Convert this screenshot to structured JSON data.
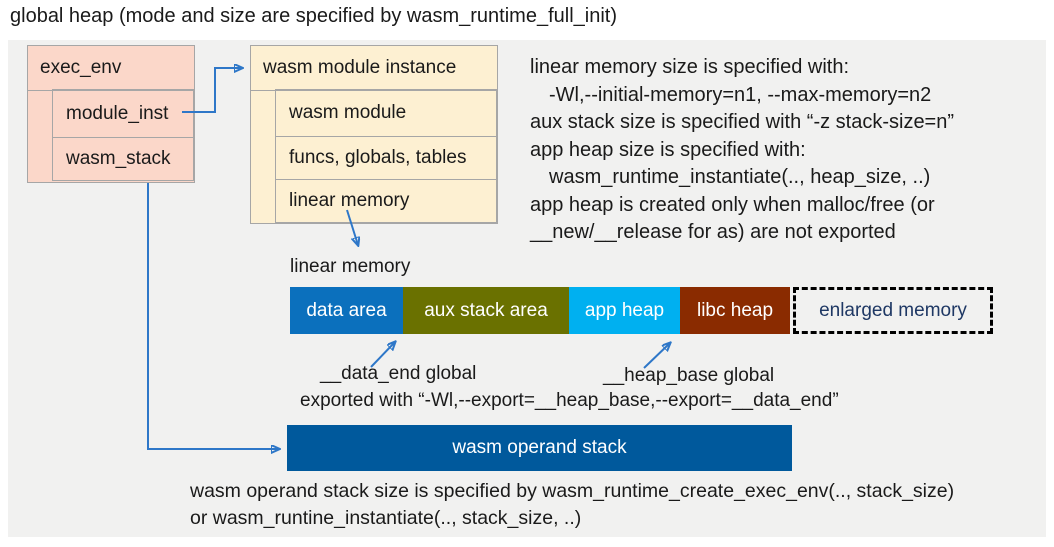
{
  "title": "global heap (mode and size are specified by wasm_runtime_full_init)",
  "exec_env": {
    "header": "exec_env",
    "rows": [
      "module_inst",
      "wasm_stack"
    ]
  },
  "module_instance": {
    "header": "wasm module instance",
    "rows": [
      "wasm module",
      "funcs, globals, tables",
      "linear memory"
    ]
  },
  "notes": {
    "lines": [
      {
        "text": "linear memory size is specified with:",
        "indent": false
      },
      {
        "text": "-Wl,--initial-memory=n1, --max-memory=n2",
        "indent": true
      },
      {
        "text": "aux stack size is specified with “-z stack-size=n”",
        "indent": false
      },
      {
        "text": "app heap size is specified with:",
        "indent": false
      },
      {
        "text": "wasm_runtime_instantiate(.., heap_size, ..)",
        "indent": true
      },
      {
        "text": "app heap is created only when malloc/free (or",
        "indent": false
      },
      {
        "text": "__new/__release for as) are not exported",
        "indent": false
      }
    ]
  },
  "linear_memory": {
    "label": "linear memory",
    "segments": [
      {
        "label": "data area",
        "color": "#0b70bd"
      },
      {
        "label": "aux stack area",
        "color": "#6a7100"
      },
      {
        "label": "app heap",
        "color": "#00b0f0"
      },
      {
        "label": "libc heap",
        "color": "#8a2b00"
      }
    ],
    "enlarged_label": "enlarged memory"
  },
  "annotations": {
    "data_end": "__data_end global",
    "heap_base": "__heap_base global",
    "exported": "exported with “-Wl,--export=__heap_base,--export=__data_end”"
  },
  "operand_stack": {
    "label": "wasm operand stack",
    "notes": [
      "wasm operand stack size is specified by wasm_runtime_create_exec_env(.., stack_size)",
      "or wasm_runtine_instantiate(.., stack_size, ..)"
    ]
  },
  "colors": {
    "panel_background": "#f1f1f0",
    "exec_env_box": "#fbd7c9",
    "module_instance_box": "#fdf0d2",
    "box_border": "#a6a6a6",
    "arrow": "#2e77c8",
    "operand_stack_bar": "#00599c",
    "enlarged_memory_text": "#1f3864"
  }
}
